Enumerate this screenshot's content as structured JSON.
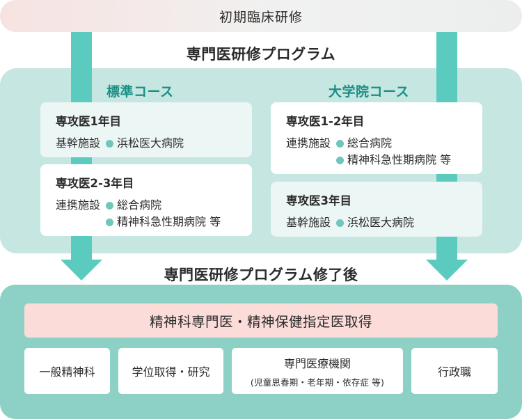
{
  "top_banner": "初期臨床研修",
  "program_title": "専門医研修プログラム",
  "standard_course": {
    "title": "標準コース",
    "cards": [
      {
        "title": "専攻医1年目",
        "label": "基幹施設",
        "items": [
          "浜松医大病院"
        ]
      },
      {
        "title": "専攻医2-3年目",
        "label": "連携施設",
        "items": [
          "総合病院",
          "精神科急性期病院 等"
        ]
      }
    ]
  },
  "graduate_course": {
    "title": "大学院コース",
    "cards": [
      {
        "title": "専攻医1-2年目",
        "label": "連携施設",
        "items": [
          "総合病院",
          "精神科急性期病院 等"
        ]
      },
      {
        "title": "専攻医3年目",
        "label": "基幹施設",
        "items": [
          "浜松医大病院"
        ]
      }
    ]
  },
  "after_title": "専門医研修プログラム修了後",
  "outcome": {
    "header": "精神科専門医・精神保健指定医取得",
    "boxes": [
      {
        "label": "一般精神科",
        "sub": ""
      },
      {
        "label": "学位取得・研究",
        "sub": ""
      },
      {
        "label": "専門医療機関",
        "sub": "(児童思春期・老年期・依存症 等)"
      },
      {
        "label": "行政職",
        "sub": ""
      }
    ]
  },
  "colors": {
    "teal_arrow": "#5bcbbf",
    "panel_light": "#c6e6e1",
    "panel_dark": "#8dd0c5",
    "course_title": "#189085",
    "pink": "#fbdcd9"
  }
}
